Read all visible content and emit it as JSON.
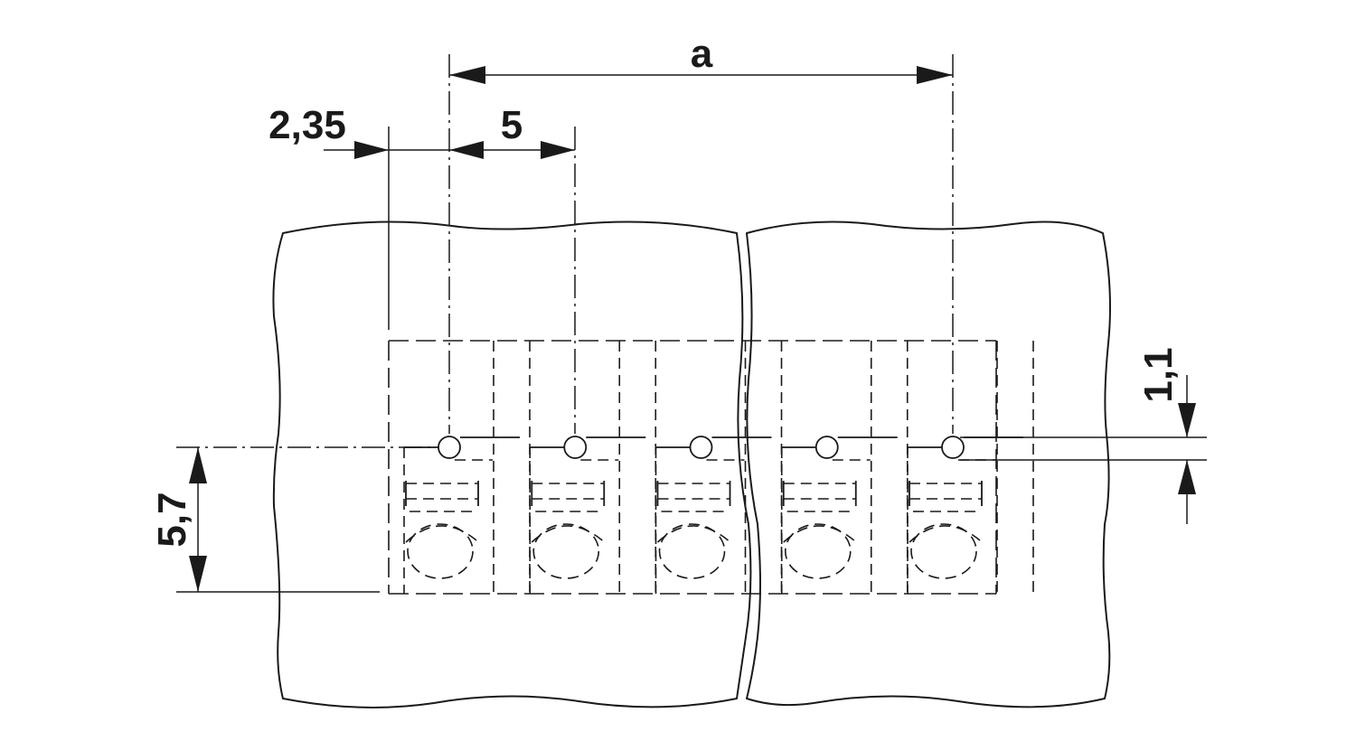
{
  "dimensions": {
    "pitch_span": "a",
    "edge_offset": "2,35",
    "pitch": "5",
    "height": "5,7",
    "hole_diameter": "1,1"
  },
  "pole_count_shown": 5,
  "colors": {
    "line": "#1a1a1a",
    "background": "#ffffff"
  }
}
